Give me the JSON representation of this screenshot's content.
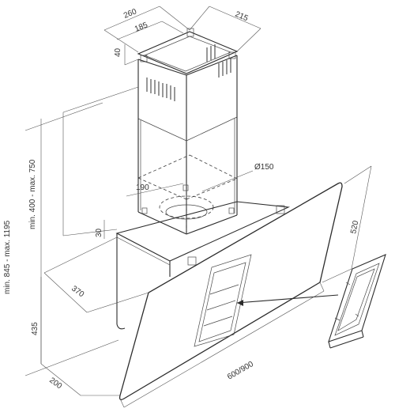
{
  "dimensions": {
    "top_depth": "260",
    "top_inner": "185",
    "top_width": "215",
    "bracket": "40",
    "duct_outlet": "Ø150",
    "rear_offset": "190",
    "total_height": "min. 845 - max. 1195",
    "chimney_height": "min. 400 - max. 750",
    "base_gap": "30",
    "projection": "370",
    "glass_height": "520",
    "body_height": "435",
    "wall_depth": "200",
    "width": "600/900"
  }
}
